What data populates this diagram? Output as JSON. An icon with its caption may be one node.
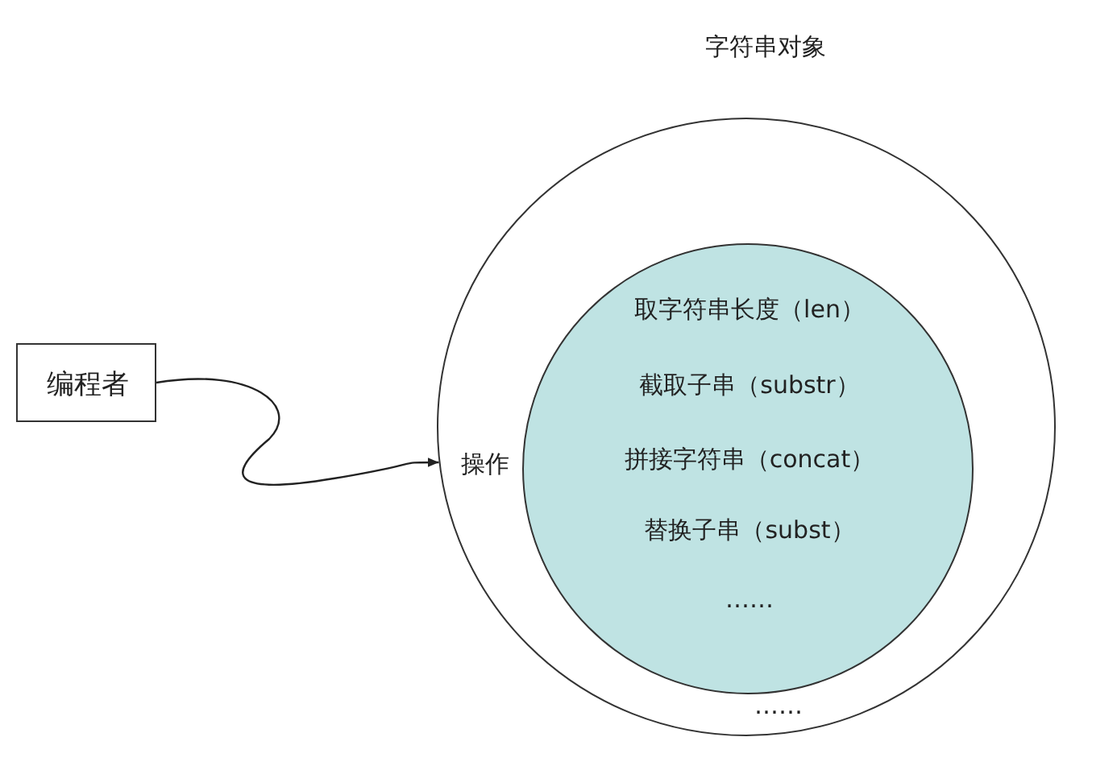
{
  "diagram": {
    "nodes": [
      {
        "text": [
          "字符串对象",
          "操作",
          "……"
        ]
      },
      {
        "text": [
          "取字符串长度（len）",
          "截取子串（substr）",
          "拼接字符串（concat）",
          "替换子串（subst）",
          "……"
        ],
        "in": 0
      },
      {
        "text": [
          "编程者"
        ]
      }
    ],
    "edges": [
      {
        "from": 2,
        "to": 0,
        "arrow": "to"
      }
    ]
  }
}
